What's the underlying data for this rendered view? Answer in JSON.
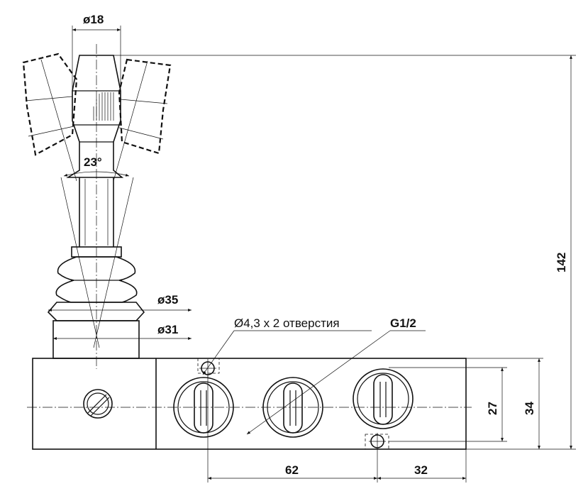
{
  "drawing": {
    "dimensions": {
      "knob_diameter": "ø18",
      "angle": "23°",
      "diameter_35": "ø35",
      "diameter_31": "ø31",
      "hole_note": "Ø4,3 x 2 отверстия",
      "thread": "G1/2",
      "width_62": "62",
      "width_32": "32",
      "height_27": "27",
      "height_34": "34",
      "height_142": "142"
    }
  }
}
